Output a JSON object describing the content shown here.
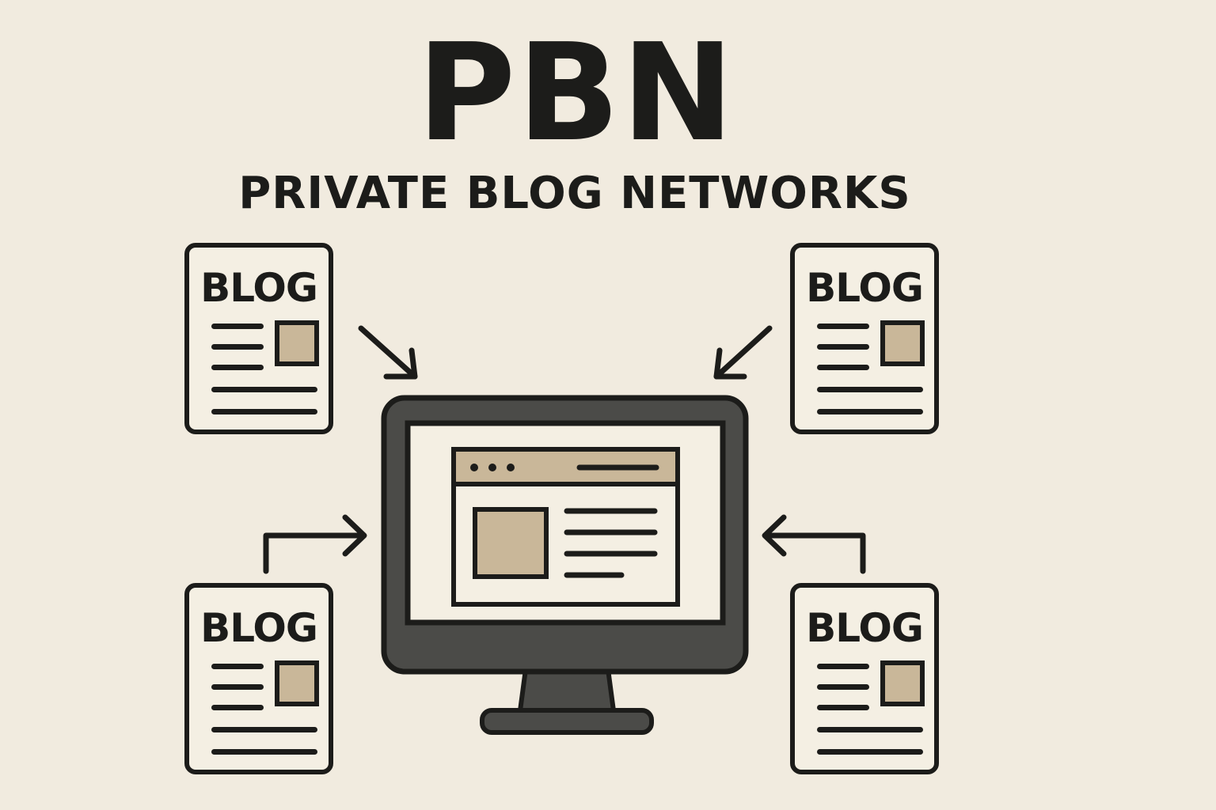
{
  "title": "PBN",
  "subtitle": "PRIVATE BLOG NETWORKS",
  "blogs": [
    {
      "label": "BLOG"
    },
    {
      "label": "BLOG"
    },
    {
      "label": "BLOG"
    },
    {
      "label": "BLOG"
    }
  ],
  "colors": {
    "background": "#f1ebdf",
    "ink": "#1c1c1a",
    "monitor_frame": "#4b4b48",
    "accent_tan": "#c9b799",
    "screen": "#f4efe3"
  },
  "icons": [
    "document-icon",
    "image-placeholder-icon",
    "monitor-icon",
    "browser-window-icon",
    "arrow-icon"
  ]
}
